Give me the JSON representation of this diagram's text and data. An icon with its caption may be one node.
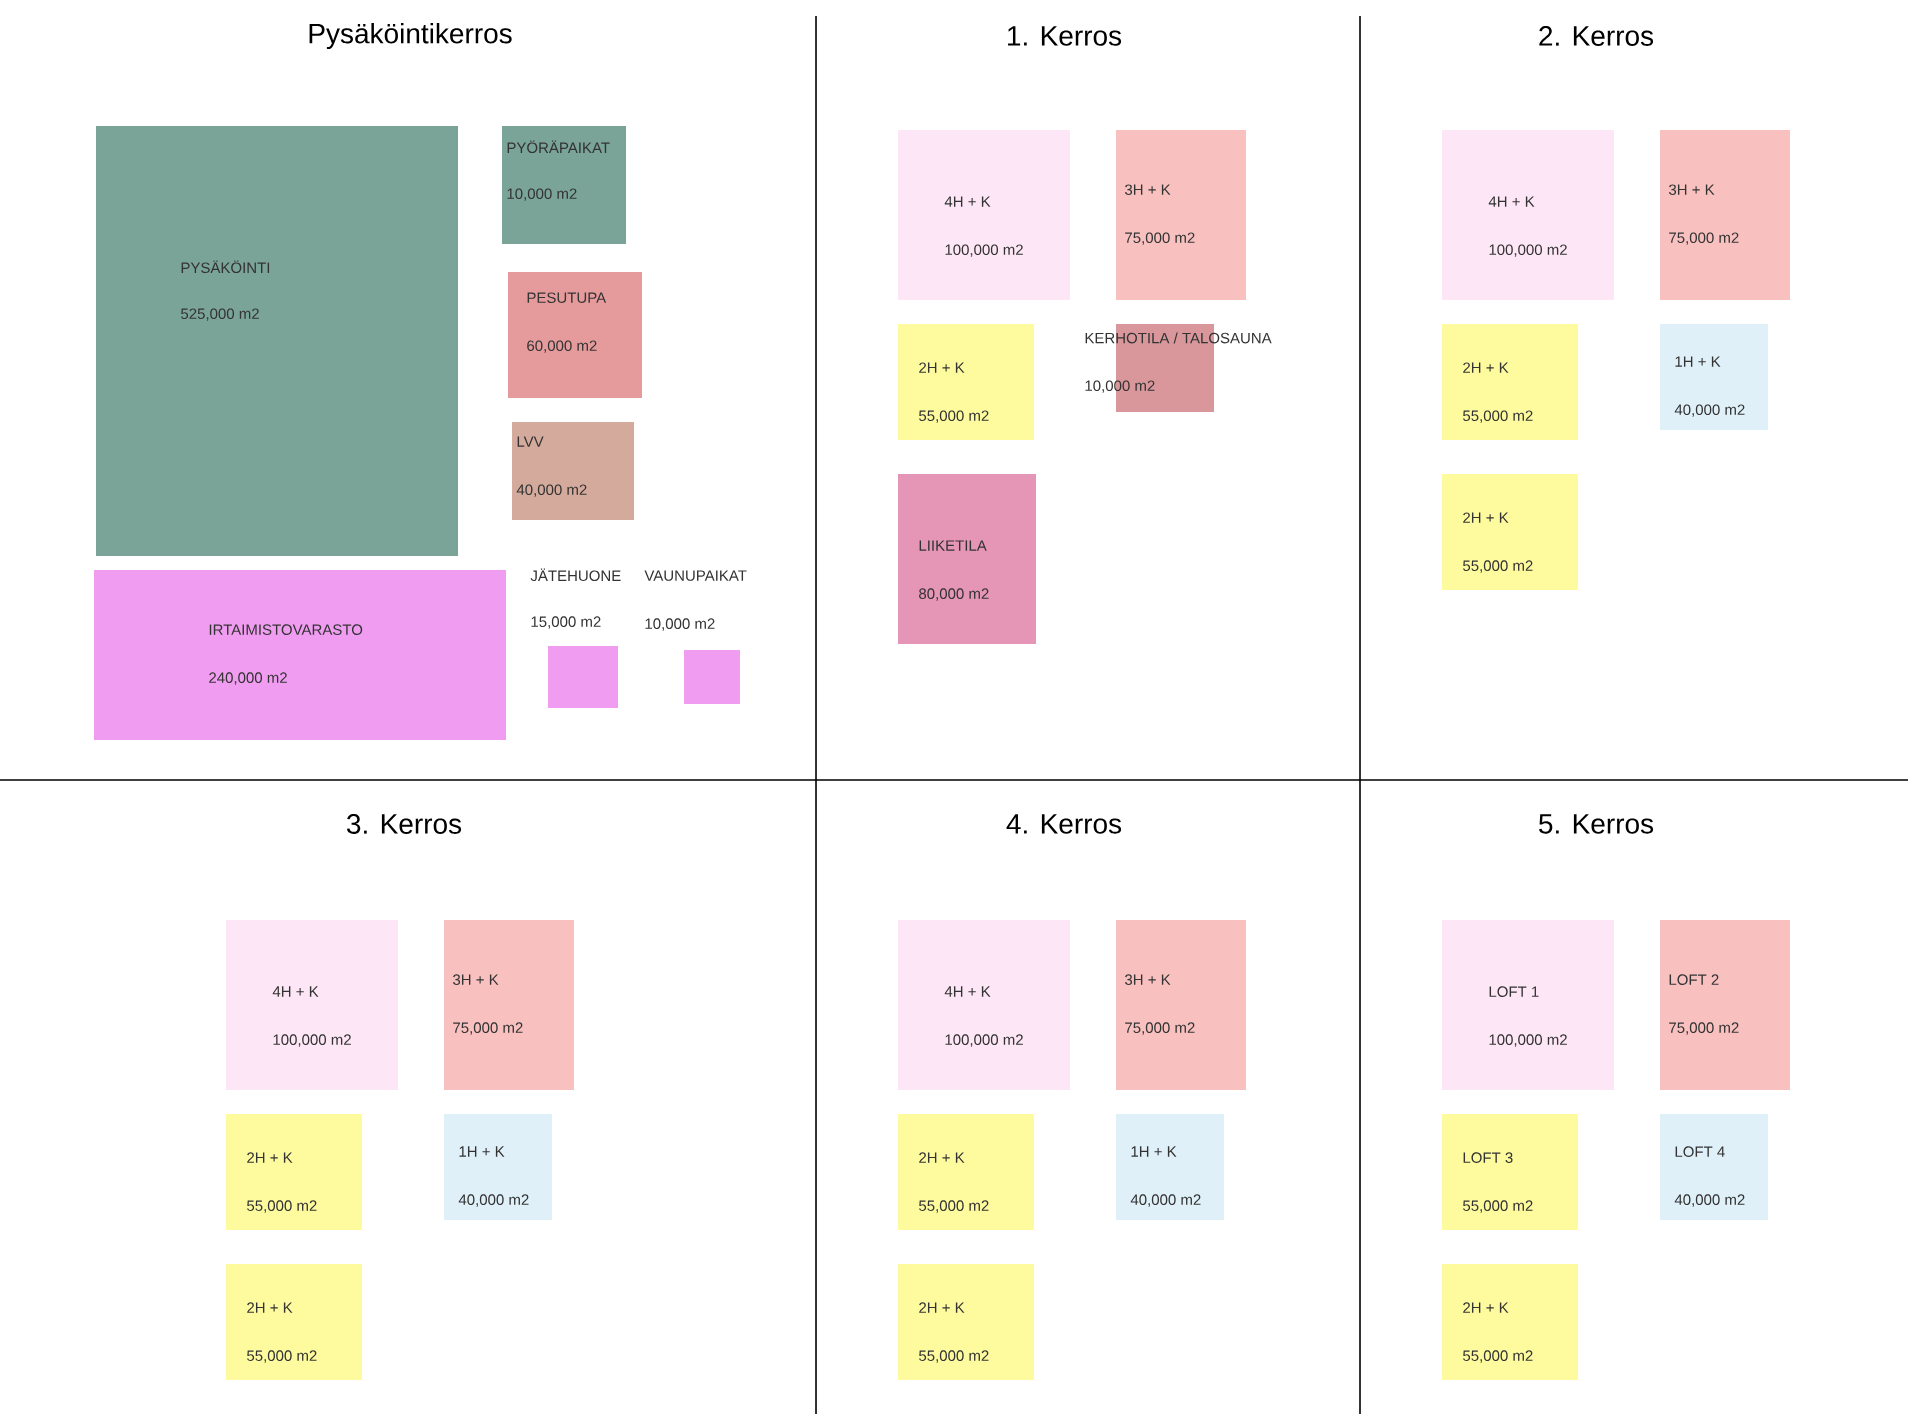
{
  "diagram": {
    "nodes": [
      {
        "text": [
          "PYSÄKÖINTI",
          "525,000 m2"
        ]
      },
      {
        "text": [
          "PYÖRÄPAIKAT",
          "10,000 m2"
        ]
      },
      {
        "text": [
          "PESUTUPA",
          "60,000 m2"
        ]
      },
      {
        "text": [
          "LVV",
          "40,000 m2"
        ]
      },
      {
        "text": [
          "IRTAIMISTOVARASTO",
          "240,000 m2"
        ]
      },
      {
        "text": [
          "JÄTEHUONE",
          "15,000 m2"
        ]
      },
      {
        "text": [
          "VAUNUPAIKAT",
          "10,000 m2"
        ]
      },
      {
        "text": [
          "4H + K",
          "100,000 m2"
        ]
      },
      {
        "text": [
          "3H + K",
          "75,000 m2"
        ]
      },
      {
        "text": [
          "2H + K",
          "55,000 m2"
        ]
      },
      {
        "text": [
          "KERHOTILA / TALOSAUNA",
          "10,000 m2"
        ]
      },
      {
        "text": [
          "LIIKETILA",
          "80,000 m2"
        ]
      },
      {
        "text": [
          "4H + K",
          "100,000 m2"
        ]
      },
      {
        "text": [
          "3H + K",
          "75,000 m2"
        ]
      },
      {
        "text": [
          "2H + K",
          "55,000 m2"
        ]
      },
      {
        "text": [
          "1H + K",
          "40,000 m2"
        ]
      },
      {
        "text": [
          "2H + K",
          "55,000 m2"
        ]
      },
      {
        "text": [
          "4H + K",
          "100,000 m2"
        ]
      },
      {
        "text": [
          "3H + K",
          "75,000 m2"
        ]
      },
      {
        "text": [
          "2H + K",
          "55,000 m2"
        ]
      },
      {
        "text": [
          "1H + K",
          "40,000 m2"
        ]
      },
      {
        "text": [
          "2H + K",
          "55,000 m2"
        ]
      },
      {
        "text": [
          "4H + K",
          "100,000 m2"
        ]
      },
      {
        "text": [
          "3H + K",
          "75,000 m2"
        ]
      },
      {
        "text": [
          "2H + K",
          "55,000 m2"
        ]
      },
      {
        "text": [
          "1H + K",
          "40,000 m2"
        ]
      },
      {
        "text": [
          "2H + K",
          "55,000 m2"
        ]
      },
      {
        "text": [
          "LOFT 1",
          "100,000 m2"
        ]
      },
      {
        "text": [
          "LOFT 2",
          "75,000 m2"
        ]
      },
      {
        "text": [
          "LOFT 3",
          "55,000 m2"
        ]
      },
      {
        "text": [
          "LOFT 4",
          "40,000 m2"
        ]
      },
      {
        "text": [
          "2H + K",
          "55,000 m2"
        ]
      }
    ],
    "labels": [
      "Pysäköintikerros",
      "1. Kerros",
      "2. Kerros",
      "3. Kerros",
      "4. Kerros",
      "5. Kerros"
    ]
  }
}
